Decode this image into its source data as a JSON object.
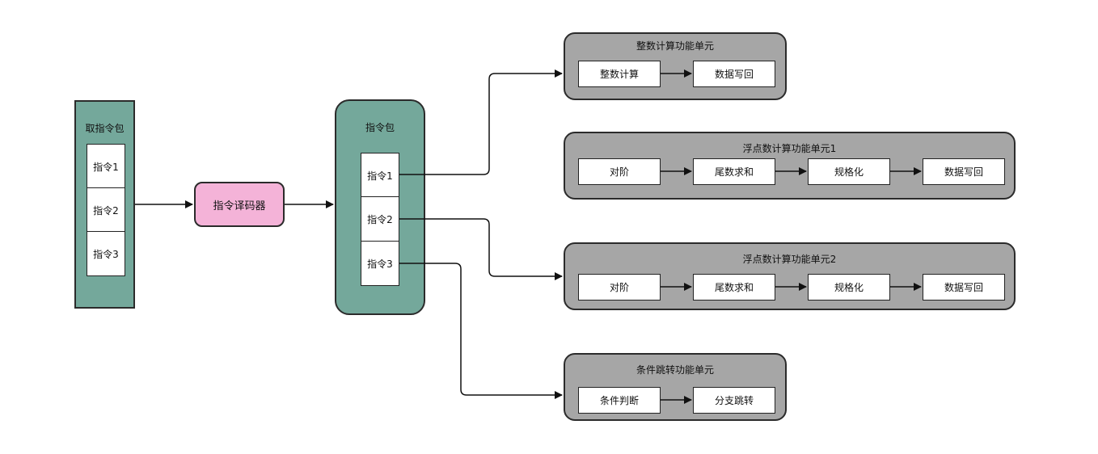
{
  "fetch_group": {
    "title": "取指令包",
    "items": [
      "指令1",
      "指令2",
      "指令3"
    ]
  },
  "decoder": {
    "label": "指令译码器"
  },
  "bundle_group": {
    "title": "指令包",
    "items": [
      "指令1",
      "指令2",
      "指令3"
    ]
  },
  "units": [
    {
      "title": "整数计算功能单元",
      "steps": [
        "整数计算",
        "数据写回"
      ]
    },
    {
      "title": "浮点数计算功能单元1",
      "steps": [
        "对阶",
        "尾数求和",
        "规格化",
        "数据写回"
      ]
    },
    {
      "title": "浮点数计算功能单元2",
      "steps": [
        "对阶",
        "尾数求和",
        "规格化",
        "数据写回"
      ]
    },
    {
      "title": "条件跳转功能单元",
      "steps": [
        "条件判断",
        "分支跳转"
      ]
    }
  ],
  "colors": {
    "group_fill": "#74a89b",
    "decoder_fill": "#f4b3d8",
    "unit_fill": "#a6a6a6",
    "stroke": "#2b2b2b"
  }
}
